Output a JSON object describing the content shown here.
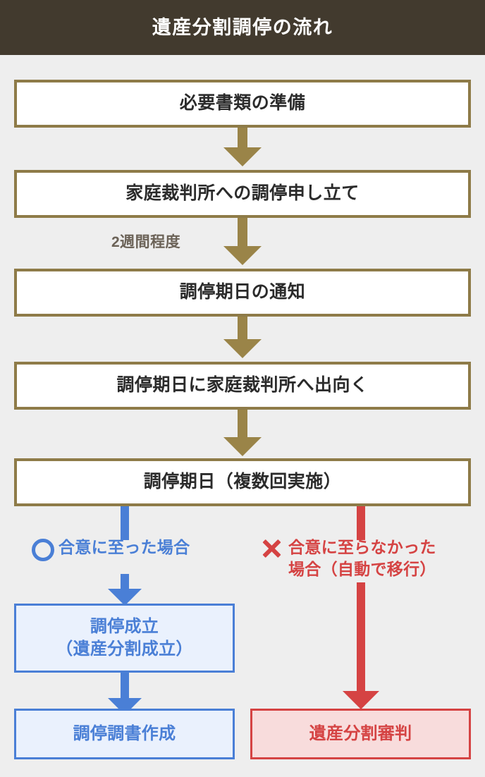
{
  "header": {
    "title": "遺産分割調停の流れ"
  },
  "colors": {
    "header_bg": "#423a2e",
    "page_bg": "#eeeeee",
    "gold_border": "#8e7b48",
    "gold_arrow": "#9a8448",
    "box_fill": "#ffffff",
    "box_text": "#2b2b2b",
    "note_text": "#6b6257",
    "blue": "#4a7fd6",
    "blue_fill": "#eaf1fd",
    "red": "#d54343",
    "red_fill": "#f8dcdc"
  },
  "flow": {
    "steps": [
      {
        "id": "step-1",
        "label": "必要書類の準備"
      },
      {
        "id": "step-2",
        "label": "家庭裁判所への調停申し立て"
      },
      {
        "id": "step-3",
        "label": "調停期日の通知"
      },
      {
        "id": "step-4",
        "label": "調停期日に家庭裁判所へ出向く"
      },
      {
        "id": "step-5",
        "label": "調停期日（複数回実施）"
      }
    ],
    "notes": [
      {
        "id": "duration-after-step-2",
        "label": "2週間程度"
      }
    ]
  },
  "branches": {
    "success": {
      "icon": "circle-icon",
      "icon_glyph": "○",
      "condition": "合意に至った場合",
      "outcomes": [
        {
          "id": "outcome-mediation-established",
          "line1": "調停成立",
          "line2": "（遺産分割成立）"
        },
        {
          "id": "outcome-mediation-record",
          "line1": "調停調書作成",
          "line2": ""
        }
      ]
    },
    "failure": {
      "icon": "cross-icon",
      "icon_glyph": "✕",
      "condition_line1": "合意に至らなかった",
      "condition_line2": "場合（自動で移行）",
      "outcomes": [
        {
          "id": "outcome-adjudication",
          "line1": "遺産分割審判",
          "line2": ""
        }
      ]
    }
  }
}
